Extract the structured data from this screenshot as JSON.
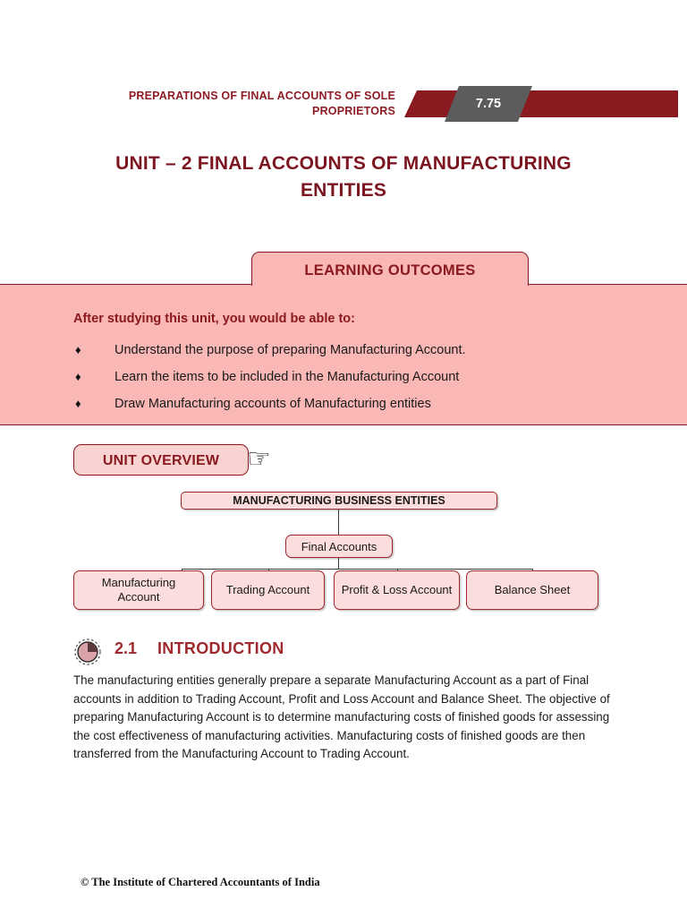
{
  "running_head": {
    "title": "PREPARATIONS OF FINAL ACCOUNTS OF SOLE PROPRIETORS",
    "page_number": "7.75",
    "band_color": "#8A1A20",
    "tab_color": "#5C5C5C"
  },
  "unit_title": "UNIT – 2 FINAL ACCOUNTS OF MANUFACTURING ENTITIES",
  "learning_outcomes": {
    "tab_label": "LEARNING OUTCOMES",
    "intro": "After studying this unit, you would be able to:",
    "bullet_glyph": "♦",
    "items": [
      "Understand the purpose of preparing Manufacturing Account.",
      "Learn the items to be included in the Manufacturing Account",
      "Draw Manufacturing accounts of Manufacturing entities"
    ],
    "band_color": "#F9B7B5",
    "accent_color": "#8A1A20"
  },
  "unit_overview": {
    "label": "UNIT OVERVIEW",
    "hand_glyph": "☞"
  },
  "chart_data": {
    "type": "diagram",
    "title": "MANUFACTURING BUSINESS ENTITIES",
    "root": "MANUFACTURING BUSINESS ENTITIES",
    "mid": "Final  Accounts",
    "leaves": [
      "Manufacturing Account",
      "Trading Account",
      "Profit & Loss Account",
      "Balance Sheet"
    ],
    "node_fill": "#FADDDC",
    "node_border": "#9E2A2E"
  },
  "section": {
    "number": "2.1",
    "title": "INTRODUCTION",
    "icon": "clock-pie-icon",
    "body": "The manufacturing entities generally prepare a separate Manufacturing Account as a part of Final accounts in addition to Trading Account, Profit and Loss Account and Balance Sheet. The objective of preparing Manufacturing Account is to determine manufacturing costs of finished goods for assessing the cost effectiveness of manufacturing activities. Manufacturing costs of finished goods are then transferred from the Manufacturing Account to Trading Account."
  },
  "footer": "© The Institute of Chartered Accountants of India"
}
